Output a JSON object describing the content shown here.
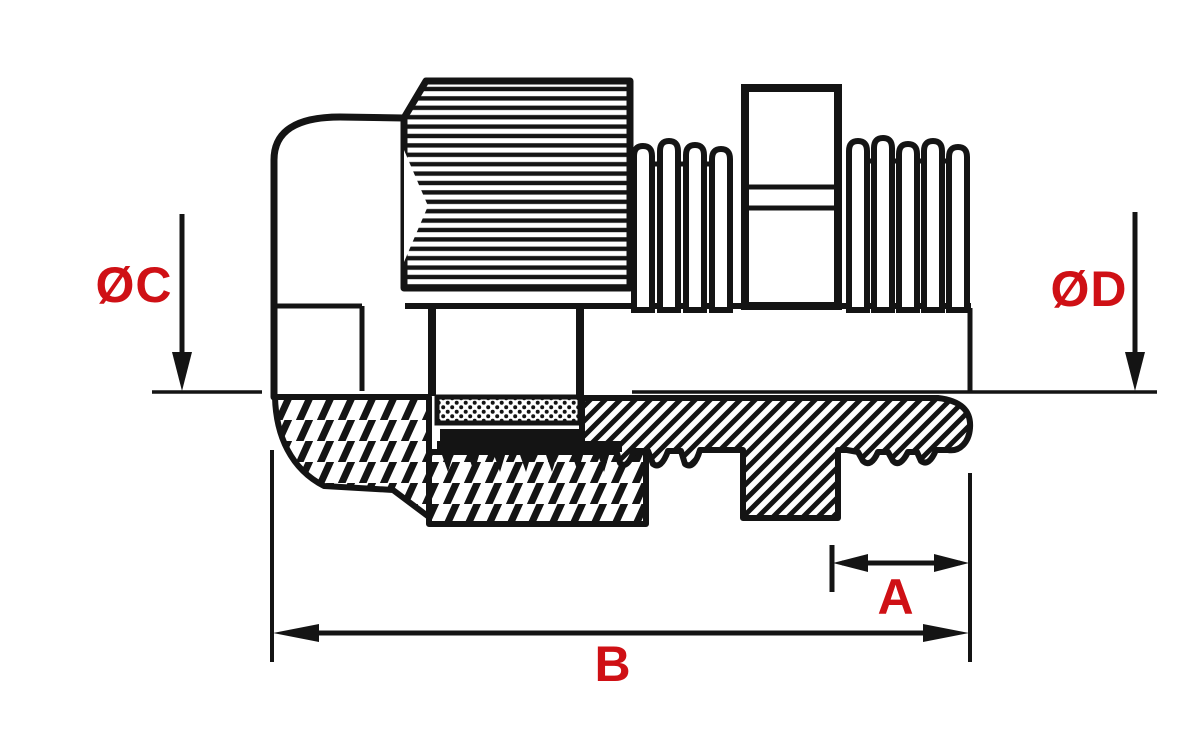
{
  "drawing": {
    "description": "Cable gland cross-section technical drawing with dimension callouts",
    "view": "half-section side view"
  },
  "labels": {
    "diameter_c": "ØC",
    "diameter_d": "ØD",
    "length_a": "A",
    "length_b": "B"
  },
  "colors": {
    "line": "#141414",
    "label": "#cf1015",
    "background": "#ffffff"
  }
}
